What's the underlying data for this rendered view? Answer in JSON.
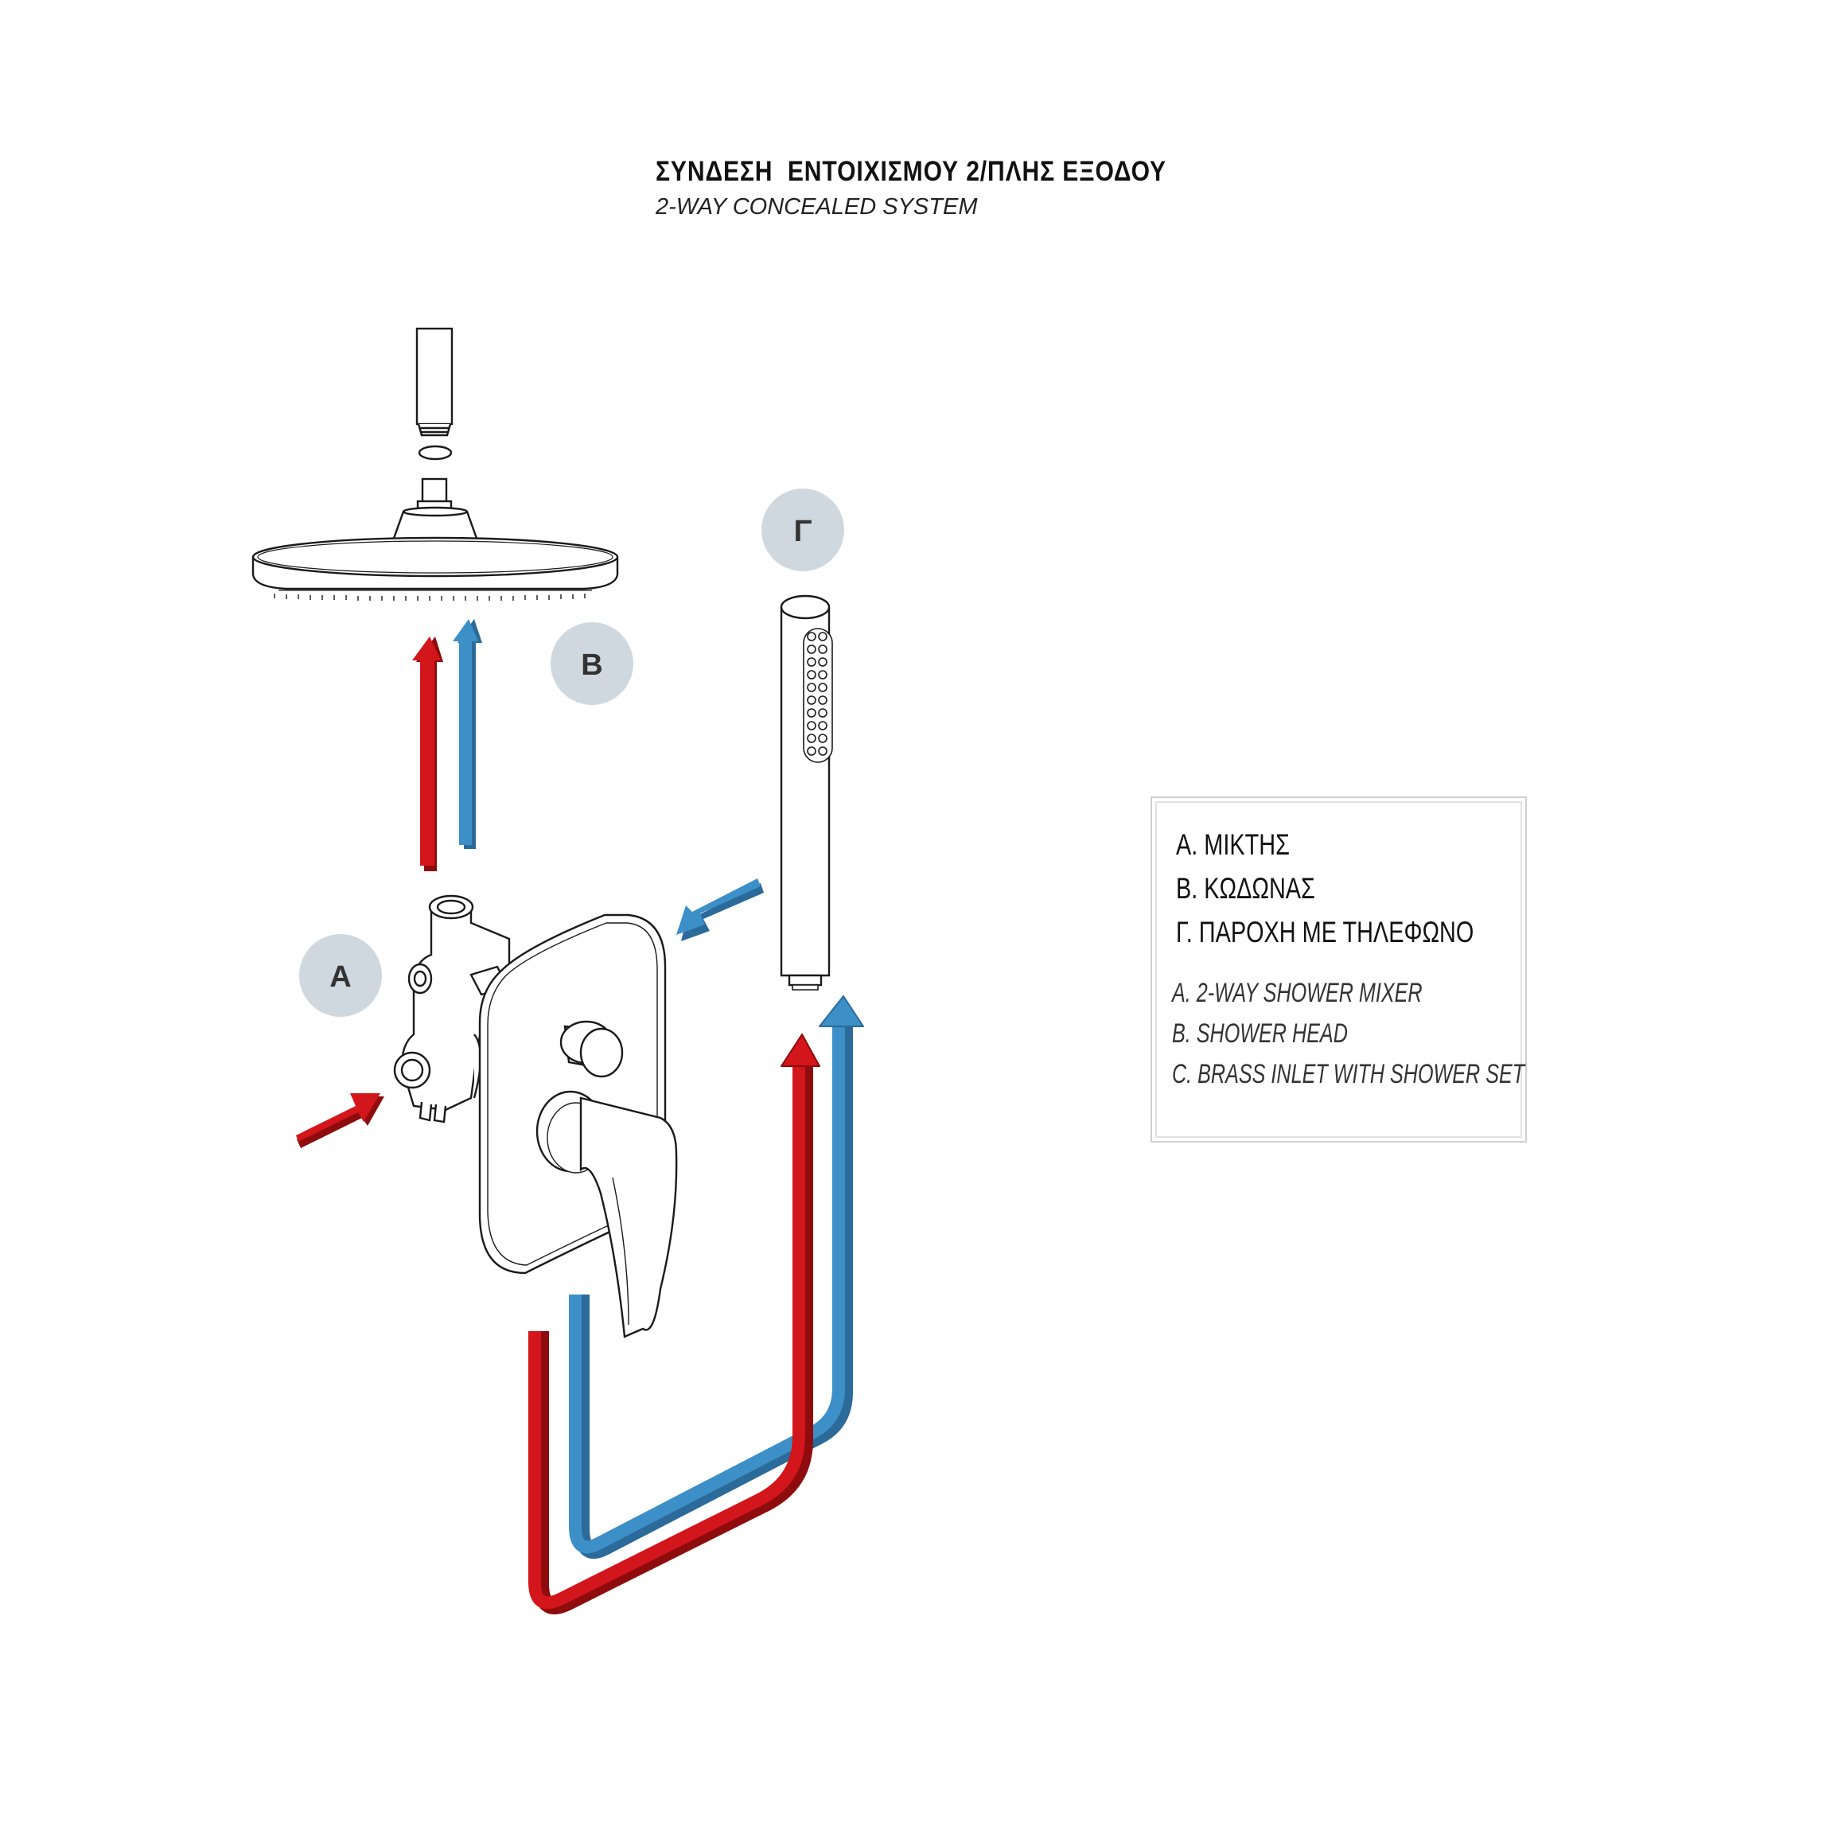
{
  "title": {
    "greek": "ΣΥΝΔΕΣΗ  ΕΝΤΟΙΧΙΣΜΟΥ 2/ΠΛΗΣ ΕΞΟΔΟΥ",
    "english": "2-WAY CONCEALED SYSTEM"
  },
  "badges": {
    "a": "A",
    "b": "B",
    "c": "Γ"
  },
  "legend": {
    "greek": [
      "A. ΜΙΚΤΗΣ",
      "B. ΚΩΔΩΝΑΣ",
      "Γ. ΠΑΡΟΧΗ ΜΕ ΤΗΛΕΦΩΝΟ"
    ],
    "english": [
      "A. 2-WAY SHOWER MIXER",
      "B. SHOWER HEAD",
      "C. BRASS INLET WITH SHOWER SET"
    ]
  },
  "colors": {
    "hot": "#d2161b",
    "hot_dark": "#8e0b0e",
    "cold": "#3c8fc7",
    "cold_dark": "#2b6a99",
    "badge_fill": "#cfd8df",
    "line": "#1a1a1a"
  }
}
